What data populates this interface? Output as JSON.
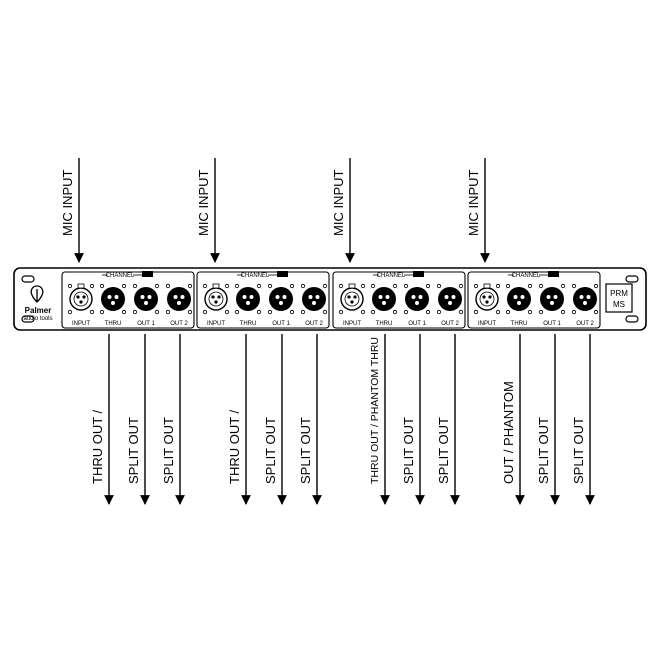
{
  "brand": {
    "name": "Palmer",
    "tagline": "audio tools"
  },
  "model": {
    "line1": "PRM",
    "line2": "MS"
  },
  "channel_label": "CHANNEL",
  "connector_labels": [
    "INPUT",
    "THRU",
    "OUT 1",
    "OUT 2"
  ],
  "inputs": [
    "MIC INPUT",
    "MIC INPUT",
    "MIC INPUT",
    "MIC INPUT"
  ],
  "outputs": [
    {
      "thru": "THRU OUT /",
      "split1": "SPLIT OUT",
      "split2": "SPLIT OUT"
    },
    {
      "thru": "THRU OUT /",
      "split1": "SPLIT OUT",
      "split2": "SPLIT OUT"
    },
    {
      "thru": "THRU OUT / PHANTOM THRU",
      "split1": "SPLIT OUT",
      "split2": "SPLIT OUT"
    },
    {
      "thru": "OUT / PHANTOM",
      "split1": "SPLIT OUT",
      "split2": "SPLIT OUT"
    }
  ]
}
